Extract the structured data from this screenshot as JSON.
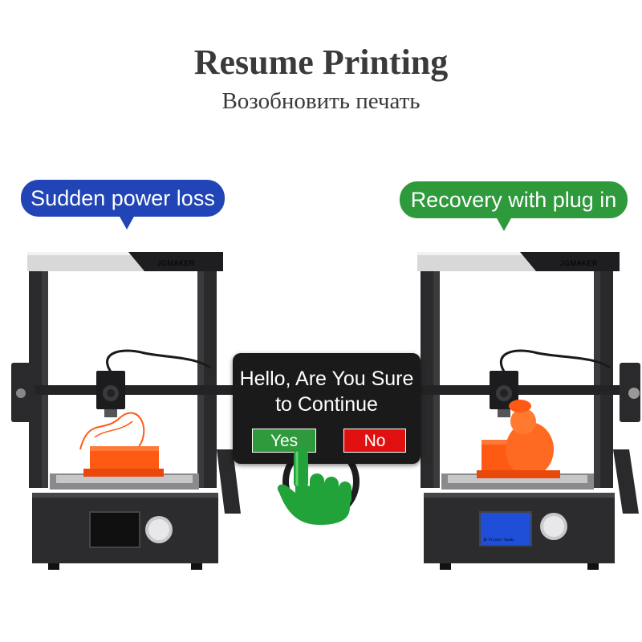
{
  "header": {
    "title": "Resume Printing",
    "subtitle": "Возобновить печать"
  },
  "bubbles": {
    "left": "Sudden power loss",
    "right": "Recovery with plug in",
    "left_color": "#2145b6",
    "right_color": "#2f9a3c"
  },
  "printers": {
    "brand_left": "JGMAKER",
    "brand_right": "JGMAKER",
    "lcd_line": "3D Printer Ready"
  },
  "dialog": {
    "line1": "Hello, Are You Sure",
    "line2": "to Continue",
    "yes_label": "Yes",
    "no_label": "No",
    "yes_color": "#2f9a3c",
    "no_color": "#e01010"
  },
  "icons": {
    "hand": "pointing-hand-icon"
  },
  "colors": {
    "print_orange": "#ff5a14",
    "frame_dark": "#2a2a2c"
  }
}
